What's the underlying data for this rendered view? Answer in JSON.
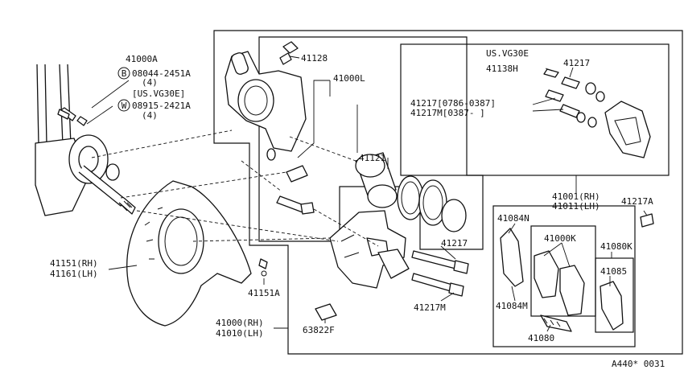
{
  "labels": {
    "p41000A": "41000A",
    "b08044": "08044-2451A",
    "b08044_qty": "(4)",
    "us_vg30e_left": "[US.VG30E]",
    "w08915": "08915-2421A",
    "w08915_qty": "(4)",
    "p41128": "41128",
    "p41000L": "41000L",
    "us_vg30e_box": "US.VG30E",
    "p41138H": "41138H",
    "p41217_top": "41217",
    "p41217_range1": "41217[0786-0387]",
    "p41217M_range2": "41217M[0387-      ]",
    "p41121": "41121",
    "p41001": "41001(RH)",
    "p41011": "41011(LH)",
    "p41217A": "41217A",
    "p41084N": "41084N",
    "p41000K": "41000K",
    "p41080K": "41080K",
    "p41085": "41085",
    "p41084M": "41084M",
    "p41080": "41080",
    "p41217_mid": "41217",
    "p41217M_mid": "41217M",
    "p41151_rh": "41151(RH)",
    "p41161_lh": "41161(LH)",
    "p41151A": "41151A",
    "p41000_rh": "41000(RH)",
    "p41010_lh": "41010(LH)",
    "p63822F": "63822F",
    "ref": "A440* 0031"
  },
  "markers": {
    "b": "B",
    "w": "W"
  }
}
